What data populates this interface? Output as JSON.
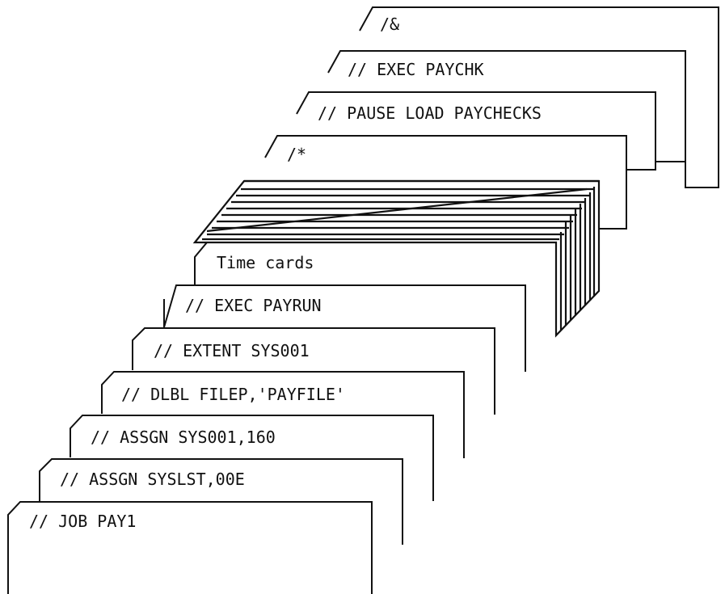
{
  "cards": [
    {
      "id": "amp",
      "text": "/&"
    },
    {
      "id": "paychk",
      "text": "// EXEC PAYCHK"
    },
    {
      "id": "pause",
      "text": "// PAUSE LOAD PAYCHECKS"
    },
    {
      "id": "endofdata",
      "text": "/*"
    },
    {
      "id": "timecards",
      "text": "Time cards"
    },
    {
      "id": "payrun",
      "text": "// EXEC PAYRUN"
    },
    {
      "id": "extent",
      "text": "// EXTENT SYS001"
    },
    {
      "id": "dlbl",
      "text": "// DLBL FILEP,'PAYFILE'"
    },
    {
      "id": "assgn160",
      "text": "// ASSGN SYS001,160"
    },
    {
      "id": "assgnlst",
      "text": "// ASSGN SYSLST,00E"
    },
    {
      "id": "job",
      "text": "// JOB PAY1"
    }
  ],
  "colors": {
    "stroke": "#111111",
    "card": "#ffffff"
  }
}
